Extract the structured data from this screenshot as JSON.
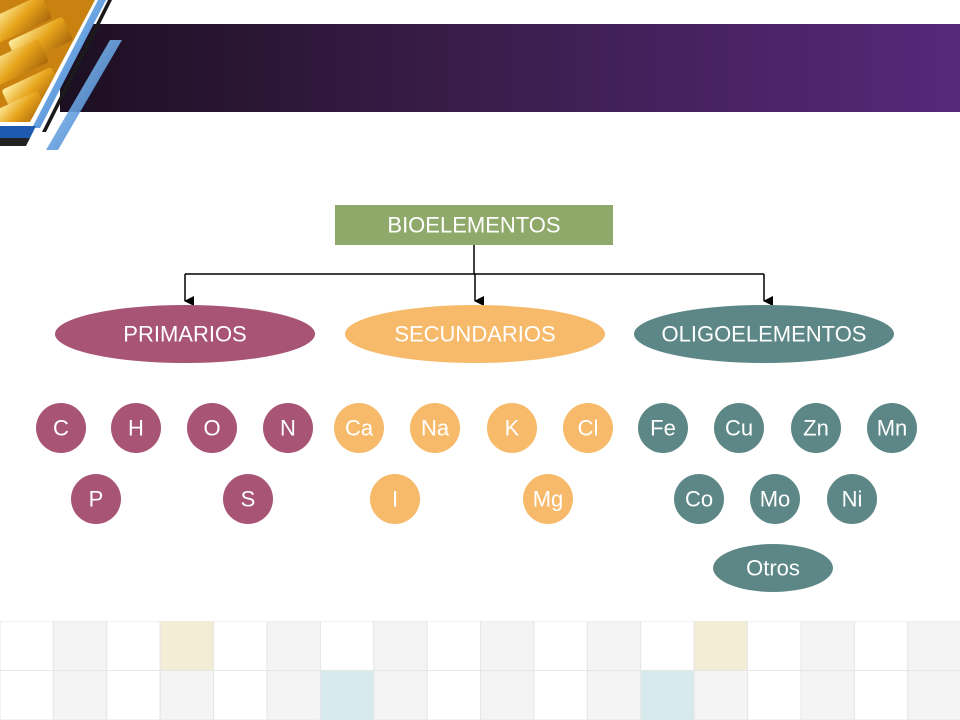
{
  "diagram": {
    "root": "BIOELEMENTOS",
    "categories": [
      {
        "label": "PRIMARIOS",
        "color": "#a85474",
        "elements": [
          "C",
          "H",
          "O",
          "N",
          "P",
          "S"
        ]
      },
      {
        "label": "SECUNDARIOS",
        "color": "#f6ba6a",
        "elements": [
          "Ca",
          "Na",
          "K",
          "Cl",
          "I",
          "Mg"
        ]
      },
      {
        "label": "OLIGOELEMENTOS",
        "color": "#5c8786",
        "elements": [
          "Fe",
          "Cu",
          "Zn",
          "Mn",
          "Co",
          "Mo",
          "Ni",
          "Otros"
        ]
      }
    ],
    "root_color": "#8fa96a",
    "connector_color": "#000000"
  },
  "palette": {
    "header_start": "#1c0f22",
    "header_end": "#56287a",
    "grid_light": "#f4f4f4",
    "grid_beige": "#f4edd6",
    "grid_blue": "#d6eaed"
  },
  "logo_icon": "gold-bars-image"
}
